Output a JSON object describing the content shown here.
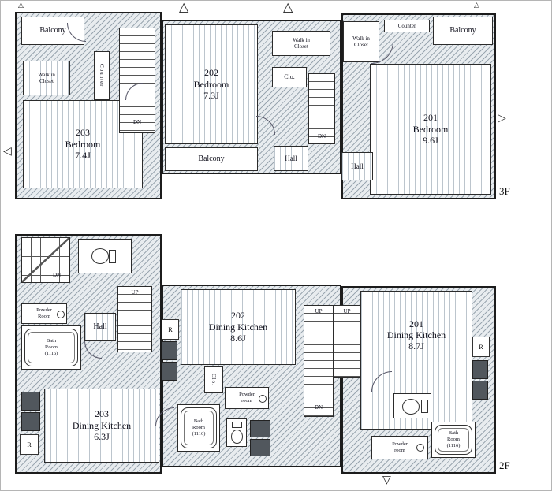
{
  "icons": {
    "arrow_up": "△",
    "arrow_down": "▽",
    "arrow_left": "◁",
    "arrow_right": "▷"
  },
  "floor3": {
    "label": "3F",
    "balcony_left": "Balcony",
    "balcony_center": "Balcony",
    "balcony_right": "Balcony",
    "walkin_left": "Walk in\nCloset",
    "walkin_center": "Walk in\nCloset",
    "walkin_right": "Walk in\nCloset",
    "counter_left": "Counter",
    "counter_right": "Counter",
    "closet": "Clo.",
    "hall_center": "Hall",
    "hall_right": "Hall",
    "dn_left": "DN",
    "dn_center": "DN",
    "bedroom_203": "203\nBedroom\n7.4J",
    "bedroom_202": "202\nBedroom\n7.3J",
    "bedroom_201": "201\nBedroom\n9.6J"
  },
  "floor2": {
    "label": "2F",
    "hall": "Hall",
    "up_left": "UP",
    "up_center": "UP",
    "up_right": "UP",
    "dn_left": "DN",
    "dn_center": "DN",
    "closet": "Clo.",
    "powder_left": "Powder\nRoom",
    "powder_center": "Powder\nroom",
    "powder_right": "Powder\nroom",
    "bath_left": "Bath\nRoom\n(1116)",
    "bath_center": "Bath\nRoom\n(1116)",
    "bath_right": "Bath\nRoom\n(1116)",
    "fridge_203": "R",
    "fridge_202": "R",
    "fridge_201": "R",
    "dk_203": "203\nDining Kitchen\n6.3J",
    "dk_202": "202\nDining Kitchen\n8.6J",
    "dk_201": "201\nDining Kitchen\n8.7J"
  }
}
